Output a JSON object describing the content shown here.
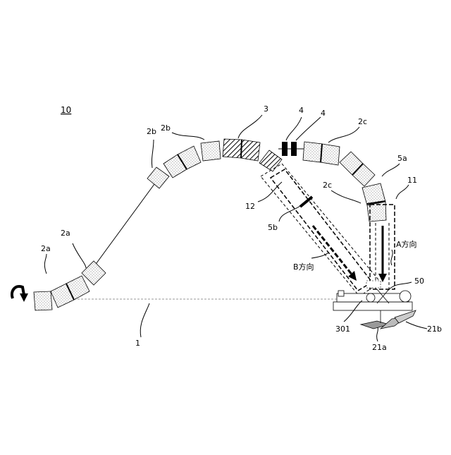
{
  "figure_number": "10",
  "labels": {
    "seg_2a_lower": "2a",
    "seg_2a_upper": "2a",
    "seg_2b_left": "2b",
    "seg_2b_right": "2b",
    "seg_3": "3",
    "seg_4_left": "4",
    "seg_4_right": "4",
    "seg_2c_top": "2c",
    "seg_5a": "5a",
    "seg_2c_lower": "2c",
    "seg_11": "11",
    "seg_12": "12",
    "seg_5b": "5b",
    "dir_a": "A方向",
    "dir_b": "B方向",
    "seg_50": "50",
    "seg_301": "301",
    "seg_1": "1",
    "seg_21a": "21a",
    "seg_21b": "21b"
  }
}
